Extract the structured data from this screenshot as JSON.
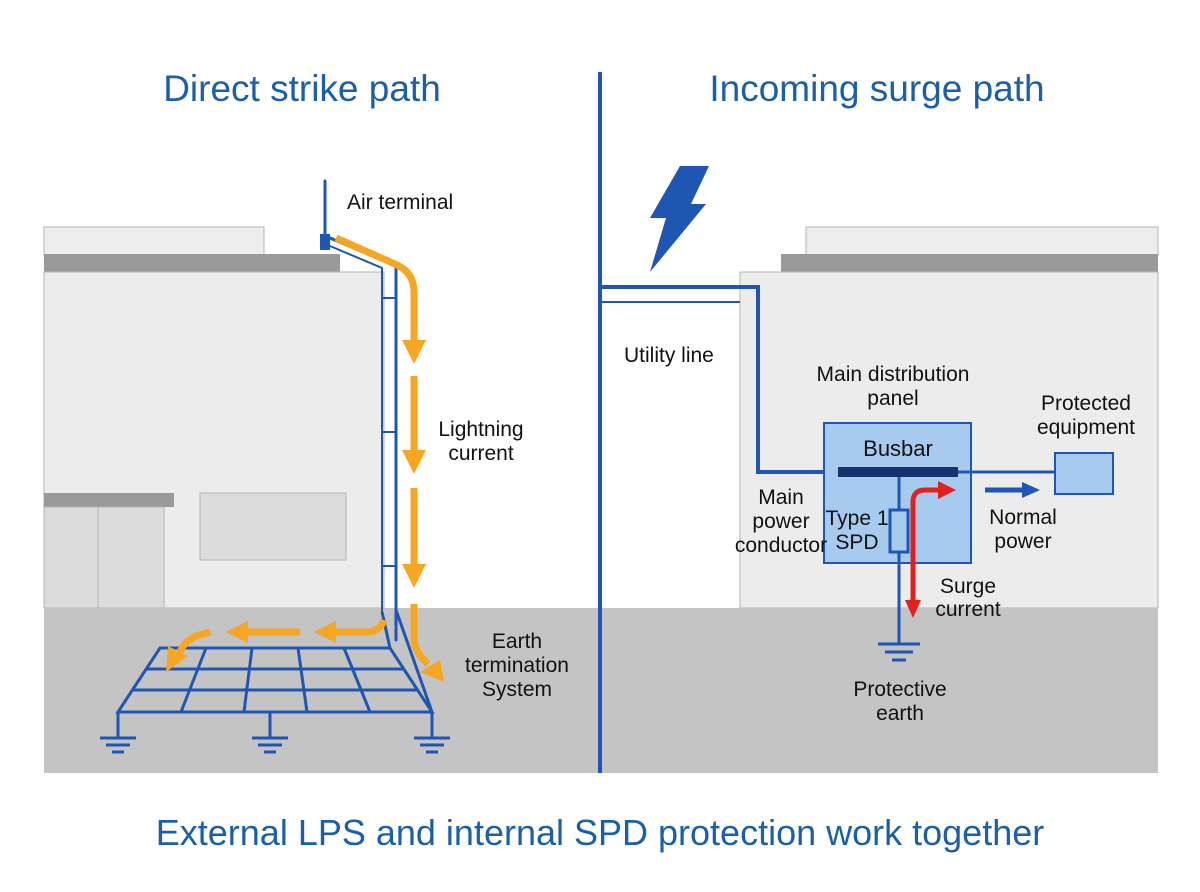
{
  "headings": {
    "left": "Direct strike path",
    "right": "Incoming surge path"
  },
  "footer": "External LPS and internal SPD protection work together",
  "labels": {
    "air_terminal": "Air terminal",
    "lightning_current": [
      "Lightning",
      "current"
    ],
    "earth_termination": [
      "Earth",
      "termination",
      "System"
    ],
    "utility_line": "Utility line",
    "main_distribution_panel": [
      "Main distribution",
      "panel"
    ],
    "busbar": "Busbar",
    "protected_equipment": [
      "Protected",
      "equipment"
    ],
    "main_power_conductor": [
      "Main",
      "power",
      "conductor"
    ],
    "type1_spd": [
      "Type 1",
      "SPD"
    ],
    "normal_power": [
      "Normal",
      "power"
    ],
    "surge_current": [
      "Surge",
      "current"
    ],
    "protective_earth": [
      "Protective",
      "earth"
    ]
  },
  "colors": {
    "heading_blue": "#1a5fa8",
    "conductor_blue": "#1f56b3",
    "lightning_orange": "#f5a623",
    "surge_red": "#e2201c",
    "ground_gray": "#c4c4c4",
    "building_gray": "#ececec",
    "panel_blue": "#a7cbef"
  }
}
